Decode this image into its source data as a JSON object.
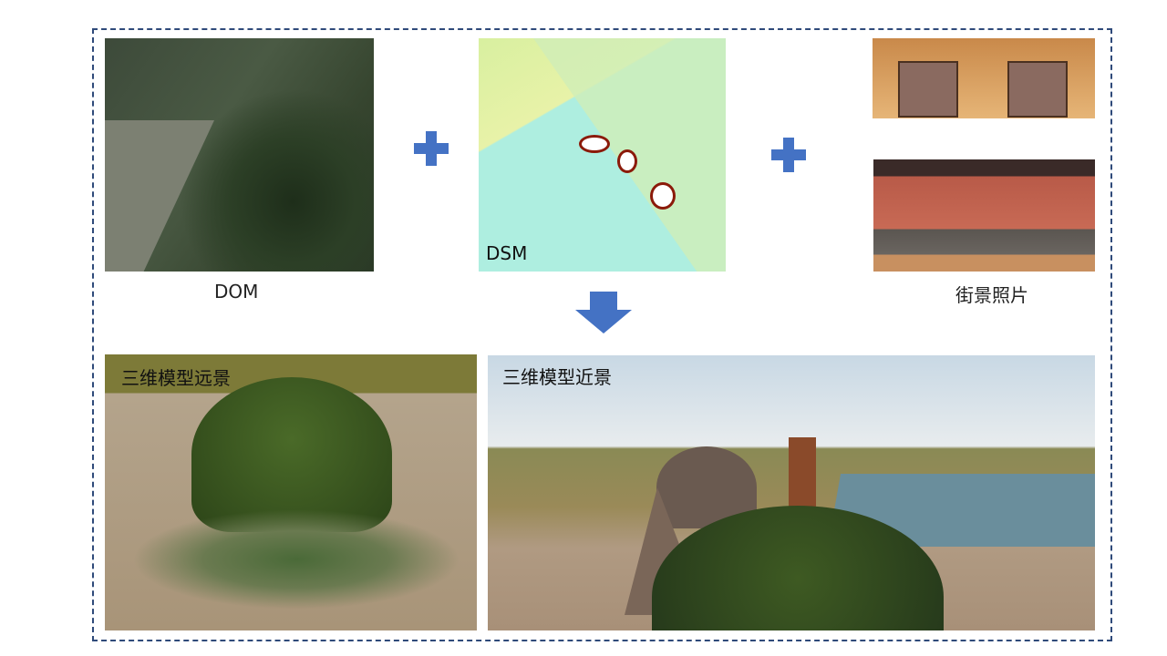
{
  "labels": {
    "dom": "DOM",
    "dsm": "DSM",
    "street_photos": "街景照片",
    "model_far": "三维模型远景",
    "model_near": "三维模型近景"
  },
  "colors": {
    "accent": "#4472C4",
    "border": "#2F4A7A"
  }
}
